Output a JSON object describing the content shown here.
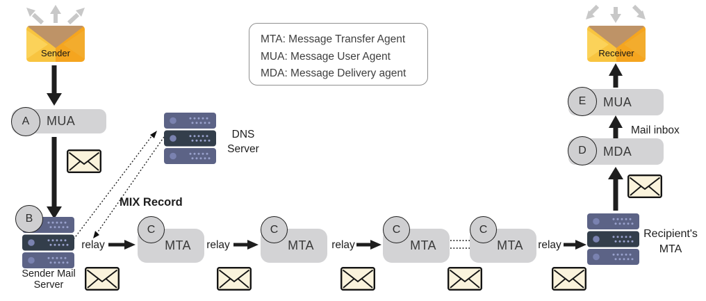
{
  "legend": {
    "lines": [
      "MTA: Message Transfer Agent",
      "MUA: Message User Agent",
      "MDA: Message Delivery agent"
    ]
  },
  "labels": {
    "relay": "relay",
    "mix_record": "MIX Record",
    "mail_inbox": "Mail inbox",
    "dns_server": "DNS Server",
    "sender_mail_server": "Sender Mail Server",
    "recipients_mta": "Recipient's MTA"
  },
  "nodes": {
    "sender": {
      "label": "Sender"
    },
    "receiver": {
      "label": "Receiver"
    },
    "mua_a": {
      "badge": "A",
      "label": "MUA"
    },
    "server_b": {
      "badge": "B"
    },
    "mta_chain": [
      {
        "badge": "C",
        "label": "MTA"
      },
      {
        "badge": "C",
        "label": "MTA"
      },
      {
        "badge": "C",
        "label": "MTA"
      },
      {
        "badge": "C",
        "label": "MTA"
      }
    ],
    "mda_d": {
      "badge": "D",
      "label": "MDA"
    },
    "mua_e": {
      "badge": "E",
      "label": "MUA"
    }
  },
  "colors": {
    "envelope_orange": "#F5A51F",
    "envelope_orange_light": "#F8C440",
    "envelope_flap": "#BE9367",
    "envelope_cream": "#FAF3DC",
    "server_slate": "#5C6386",
    "server_dark": "#333E4B",
    "server_dot": "#99A1CC",
    "pill_gray": "#D3D3D5",
    "badge_gray": "#CFCFD1",
    "arrow_black": "#1E1E1E",
    "arrow_gray": "#C8C8C8",
    "ink": "#1D1D1D"
  }
}
